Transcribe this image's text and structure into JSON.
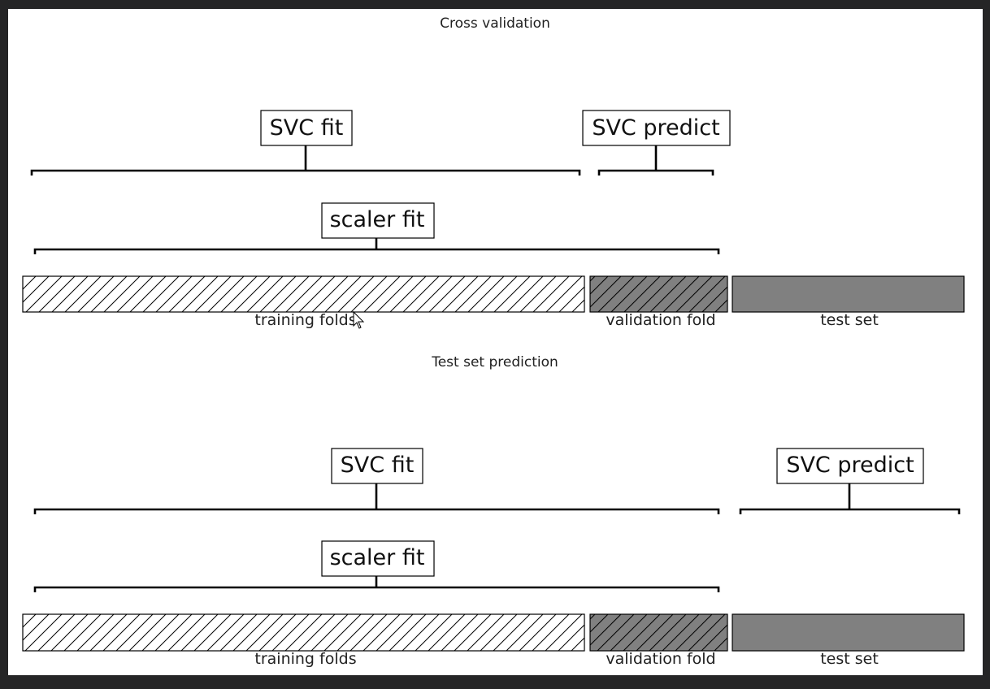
{
  "colors": {
    "window_background": "#252526",
    "canvas": "#ffffff",
    "validation_fill": "#808080",
    "test_fill": "#808080"
  },
  "panels": [
    {
      "title": "Cross validation",
      "svc_fit": "SVC fit",
      "svc_predict": "SVC predict",
      "scaler_fit": "scaler fit",
      "segments": {
        "training": "training folds",
        "validation": "validation fold",
        "test": "test set"
      }
    },
    {
      "title": "Test set prediction",
      "svc_fit": "SVC fit",
      "svc_predict": "SVC predict",
      "scaler_fit": "scaler fit",
      "segments": {
        "training": "training folds",
        "validation": "validation fold",
        "test": "test set"
      }
    }
  ],
  "cursor": {
    "icon": "mouse-pointer-icon"
  }
}
